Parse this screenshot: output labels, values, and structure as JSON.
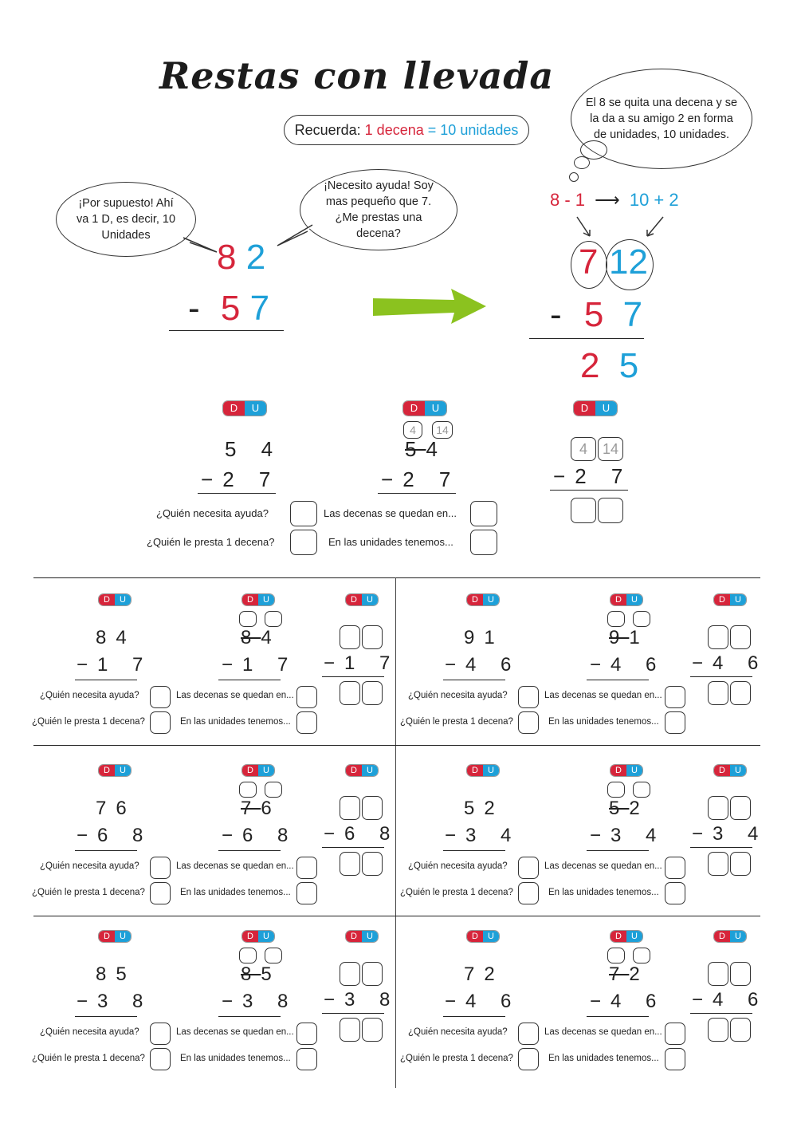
{
  "title": "Restas con llevada",
  "recuerda": {
    "label": "Recuerda:",
    "decena": "1 decena",
    "eq": "=",
    "unidades": "10 unidades"
  },
  "bubbles": {
    "left": "¡Por supuesto! Ahí va 1 D, es decir, 10 Unidades",
    "middle": "¡Necesito ayuda! Soy mas pequeño que 7. ¿Me prestas una decena?",
    "right": "El 8 se quita una decena y se la da a su amigo 2 en forma de unidades, 10 unidades."
  },
  "example": {
    "top_d": "8",
    "top_u": "2",
    "minus": "-",
    "bot_d": "5",
    "bot_u": "7",
    "hint_left": "8 - 1",
    "hint_arrow": "⟶",
    "hint_right": "10 + 2",
    "new_d": "7",
    "new_u": "12",
    "res_d": "2",
    "res_u": "5"
  },
  "du": {
    "d": "D",
    "u": "U"
  },
  "guide": {
    "top": "5 4",
    "bottom": "2 7",
    "minus": "−",
    "crossed_d": "5",
    "keep_u": "4",
    "hint_d": "4",
    "hint_u": "14",
    "q_help": "¿Quién necesita ayuda?",
    "q_lend": "¿Quién le presta 1 decena?",
    "q_tens": "Las decenas se quedan en...",
    "q_units": "En las unidades tenemos..."
  },
  "exercises": [
    {
      "d": "8",
      "u": "4",
      "sub": "1 7"
    },
    {
      "d": "9",
      "u": "1",
      "sub": "4 6"
    },
    {
      "d": "7",
      "u": "6",
      "sub": "6 8"
    },
    {
      "d": "5",
      "u": "2",
      "sub": "3 4"
    },
    {
      "d": "8",
      "u": "5",
      "sub": "3 8"
    },
    {
      "d": "7",
      "u": "2",
      "sub": "4 6"
    }
  ]
}
